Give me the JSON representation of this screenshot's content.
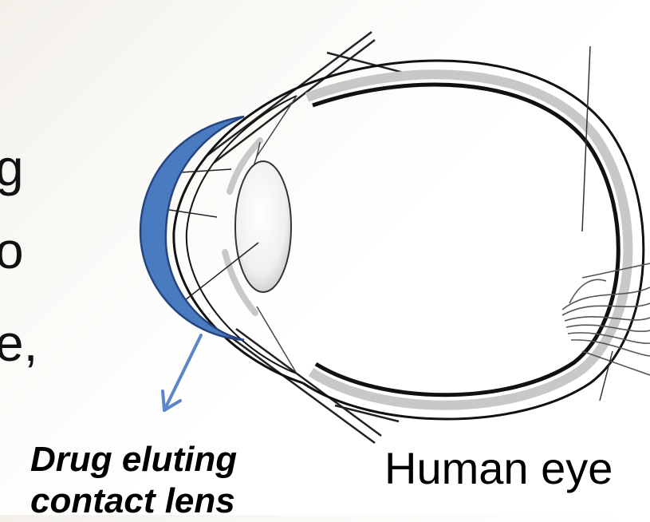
{
  "edge_text_fragments": [
    "g",
    "o",
    "e,"
  ],
  "labels": {
    "lens_line1": "Drug eluting",
    "lens_line2": "contact lens",
    "eye": "Human eye"
  },
  "colors": {
    "contact_lens": "#4a7abf",
    "contact_lens_edge": "#24457f",
    "arrow": "#5d86c8",
    "outline": "#111111",
    "shading": "#c8c8c8"
  }
}
